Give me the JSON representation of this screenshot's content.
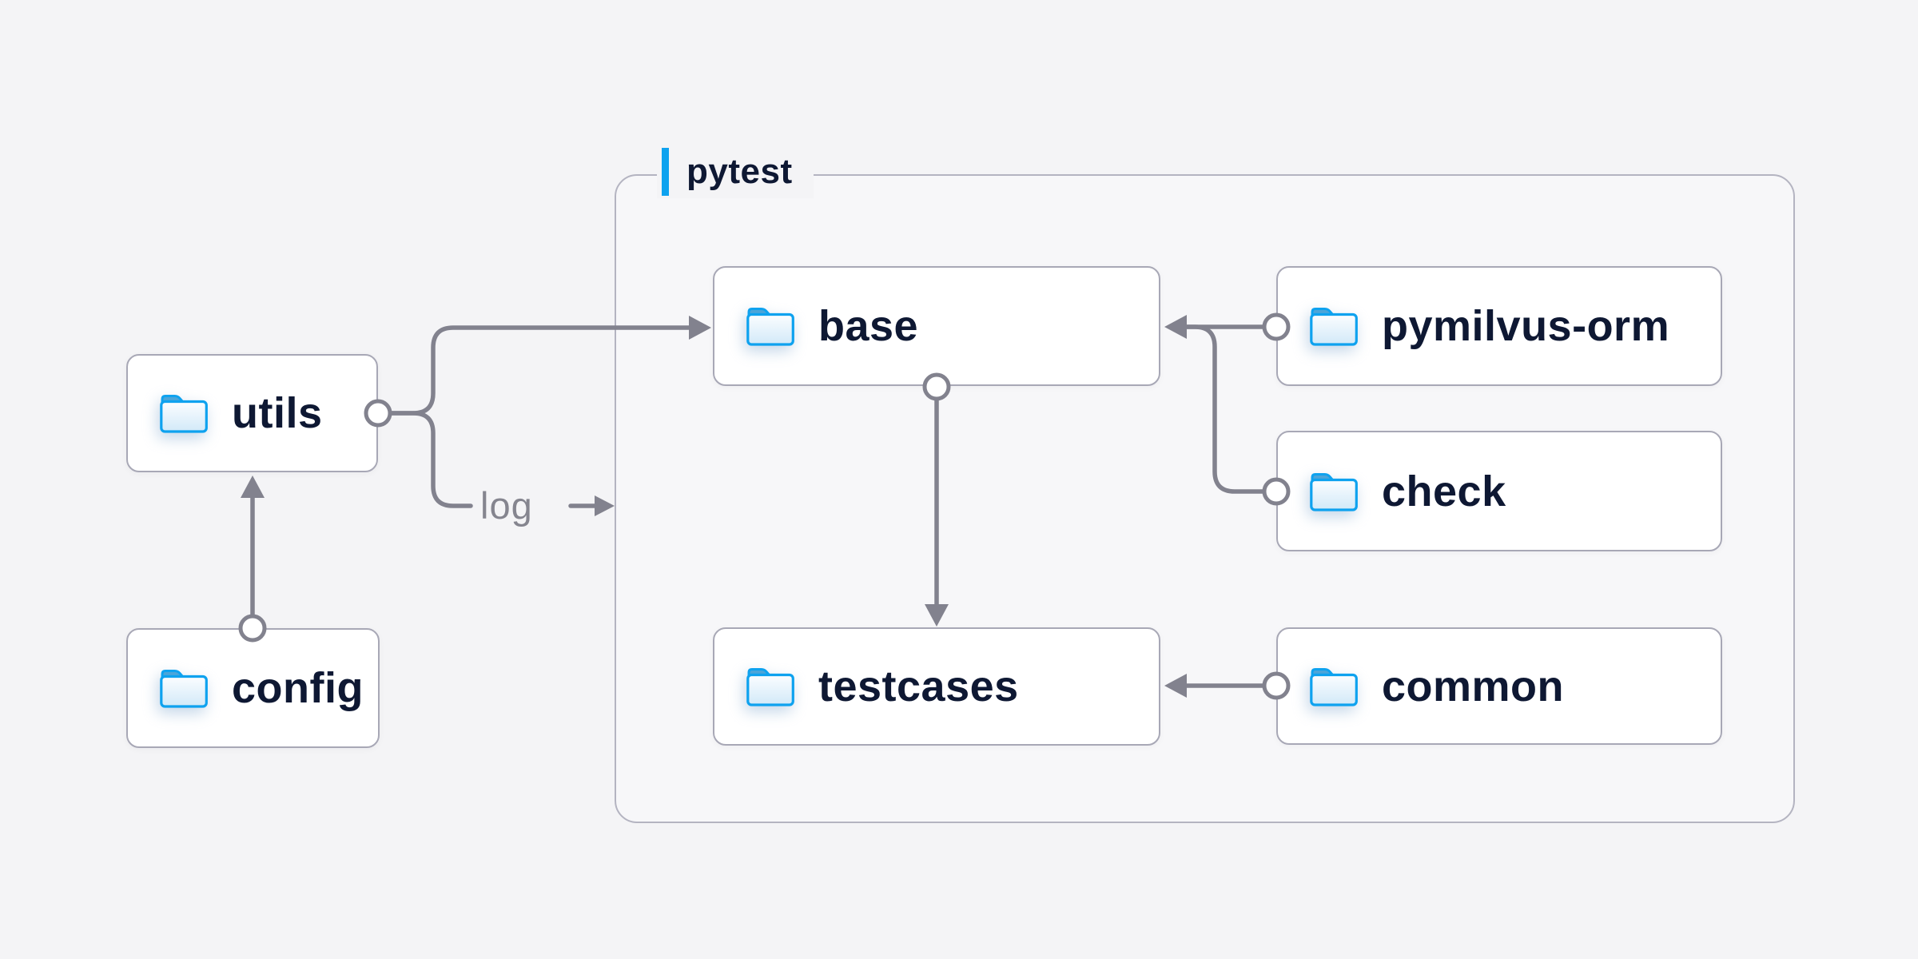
{
  "container": {
    "label": "pytest"
  },
  "nodes": {
    "utils": {
      "label": "utils",
      "icon": "folder-icon"
    },
    "config": {
      "label": "config",
      "icon": "folder-icon"
    },
    "base": {
      "label": "base",
      "icon": "folder-icon"
    },
    "pymilvus_orm": {
      "label": "pymilvus-orm",
      "icon": "folder-icon"
    },
    "check": {
      "label": "check",
      "icon": "folder-icon"
    },
    "testcases": {
      "label": "testcases",
      "icon": "folder-icon"
    },
    "common": {
      "label": "common",
      "icon": "folder-icon"
    }
  },
  "edge_label": {
    "text": "log"
  },
  "edges": [
    {
      "from": "utils",
      "to": "base"
    },
    {
      "from": "utils",
      "to": "pytest",
      "label": "log"
    },
    {
      "from": "config",
      "to": "utils"
    },
    {
      "from": "base",
      "to": "testcases"
    },
    {
      "from": "pymilvus-orm",
      "to": "base"
    },
    {
      "from": "check",
      "to": "base"
    },
    {
      "from": "common",
      "to": "testcases"
    }
  ],
  "colors": {
    "bg": "#f4f4f6",
    "container_fill": "#f7f7f9",
    "container_border": "#b4b4c1",
    "node_bg": "#ffffff",
    "node_border": "#a8a8b6",
    "line": "#82828e",
    "text": "#0e1833",
    "muted_text": "#85858f",
    "accent": "#0ea2ef",
    "folder_tab": "#4ba5d9"
  }
}
